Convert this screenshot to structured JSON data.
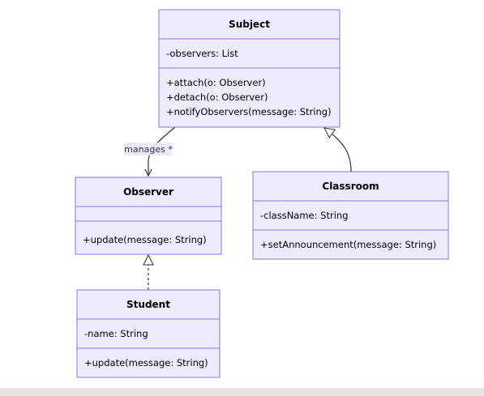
{
  "colors": {
    "box_fill": "#ECECFF",
    "box_stroke": "#9370DB",
    "line": "#333333",
    "text": "#000000",
    "label_bg": "#e8e8ff"
  },
  "classes": [
    {
      "id": "subject",
      "name": "Subject",
      "attributes": [
        "-observers: List"
      ],
      "methods": [
        "+attach(o: Observer)",
        "+detach(o: Observer)",
        "+notifyObservers(message: String)"
      ]
    },
    {
      "id": "observer",
      "name": "Observer",
      "attributes": [],
      "methods": [
        "+update(message: String)"
      ]
    },
    {
      "id": "classroom",
      "name": "Classroom",
      "attributes": [
        "-className: String"
      ],
      "methods": [
        "+setAnnouncement(message: String)"
      ]
    },
    {
      "id": "student",
      "name": "Student",
      "attributes": [
        "-name: String"
      ],
      "methods": [
        "+update(message: String)"
      ]
    }
  ],
  "relations": [
    {
      "id": "subject-observer",
      "type": "association",
      "from": "subject",
      "to": "observer",
      "label": "manages *"
    },
    {
      "id": "classroom-subject",
      "type": "inheritance",
      "from": "classroom",
      "to": "subject"
    },
    {
      "id": "student-observer",
      "type": "realization",
      "from": "student",
      "to": "observer"
    }
  ]
}
